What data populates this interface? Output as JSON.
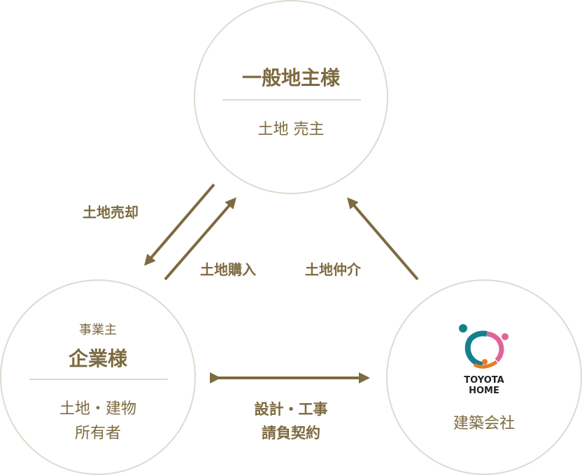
{
  "top": {
    "title": "一般地主様",
    "role": "土地 売主"
  },
  "left": {
    "sub": "事業主",
    "title": "企業様",
    "role_line1": "土地・建物",
    "role_line2": "所有者"
  },
  "right": {
    "logo_line1": "TOYOTA",
    "logo_line2": "HOME",
    "role": "建築会社"
  },
  "labels": {
    "sale": "土地売却",
    "purchase": "土地購入",
    "brokerage": "土地仲介",
    "contract_line1": "設計・工事",
    "contract_line2": "請負契約"
  },
  "colors": {
    "text": "#7d6a40",
    "circle": "#dedace",
    "logo_teal": "#147f8e",
    "logo_pink": "#e0649a",
    "logo_orange": "#e57c25"
  }
}
